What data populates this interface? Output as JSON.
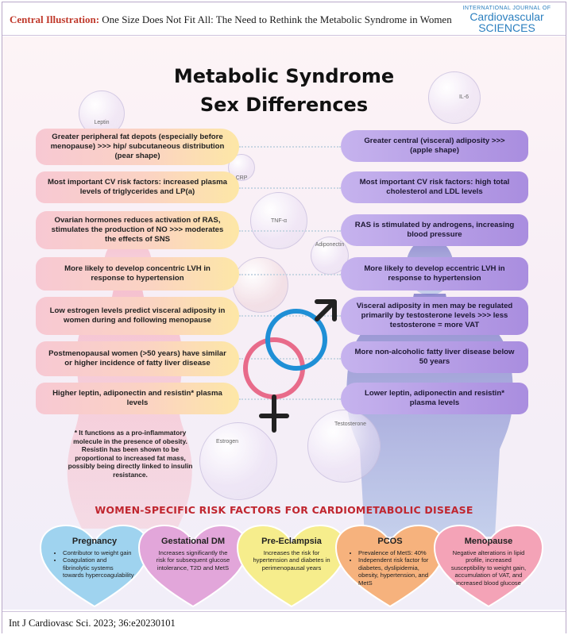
{
  "header": {
    "lead": "Central Illustration:",
    "title": "One Size Does Not Fit All: The Need to Rethink the Metabolic Syndrome in Women",
    "journal_line1": "International Journal of",
    "journal_line2": "Cardiovascular",
    "journal_line3": "SCIENCES"
  },
  "title": {
    "line1": "Metabolic Syndrome",
    "line2": "Sex Differences"
  },
  "bubbles": {
    "leptin": "Leptin",
    "crp": "CRP",
    "tnf": "TNF-α",
    "adiponectin": "Adiponectin",
    "il6": "IL-6",
    "estrogen": "Estrogen",
    "testosterone": "Testosterone"
  },
  "women": [
    "Greater peripheral fat depots (especially before menopause) >>> hip/ subcutaneous distribution (pear shape)",
    "Most important CV risk factors: increased plasma levels of triglycerides and LP(a)",
    "Ovarian hormones reduces activation of RAS, stimulates the production of NO >>> moderates the effects of SNS",
    "More likely to develop concentric LVH in response to hypertension",
    "Low estrogen levels predict visceral adiposity in women during and following menopause",
    "Postmenopausal women (>50 years) have similar or higher incidence of fatty liver disease",
    "Higher leptin, adiponectin and resistin* plasma levels"
  ],
  "men": [
    "Greater central (visceral) adiposity >>> (apple shape)",
    "Most important CV risk factors: high total cholesterol and LDL levels",
    "RAS is stimulated by androgens, increasing blood pressure",
    "More likely to develop eccentric LVH in response to hypertension",
    "Visceral adiposity in men may be regulated primarily by testosterone levels >>> less testosterone = more VAT",
    "More non-alcoholic fatty liver disease below 50 years",
    "Lower leptin, adiponectin and resistin* plasma levels"
  ],
  "footnote": "* It functions as a pro-inflammatory molecule in the presence of obesity. Resistin has been shown to be proportional to increased fat mass, possibly being directly linked to insulin resistance.",
  "risk_title": "WOMEN-SPECIFIC RISK FACTORS FOR CARDIOMETABOLIC DISEASE",
  "hearts": [
    {
      "title": "Pregnancy",
      "bullets": [
        "Contributor to weight gain",
        "Coagulation and fibrinolytic systems towards hypercoagulability"
      ],
      "color": "#9fd3ef"
    },
    {
      "title": "Gestational DM",
      "text": "Increases significantly the risk for subsequent glucose intolerance, T2D and MetS",
      "color": "#e2a6da"
    },
    {
      "title": "Pre-Eclampsia",
      "text": "Increases the risk for hypertension and diabetes in perimenopausal years",
      "color": "#f6ed8c"
    },
    {
      "title": "PCOS",
      "bullets": [
        "Prevalence of MetS: 40%",
        "Independent risk factor for diabetes, dyslipidemia, obesity, hypertension, and MetS"
      ],
      "color": "#f6b27d"
    },
    {
      "title": "Menopause",
      "text": "Negative alterations in lipid profile, increased susceptibility to weight gain, accumulation of VAT, and increased blood glucose",
      "color": "#f4a3b7"
    }
  ],
  "footer": "Int J Cardiovasc Sci. 2023; 36:e20230101",
  "colors": {
    "accent_red": "#c0262f",
    "female_symbol": "#e86b8a",
    "male_symbol": "#1f8fd6",
    "journal_blue": "#2b7fbf"
  }
}
